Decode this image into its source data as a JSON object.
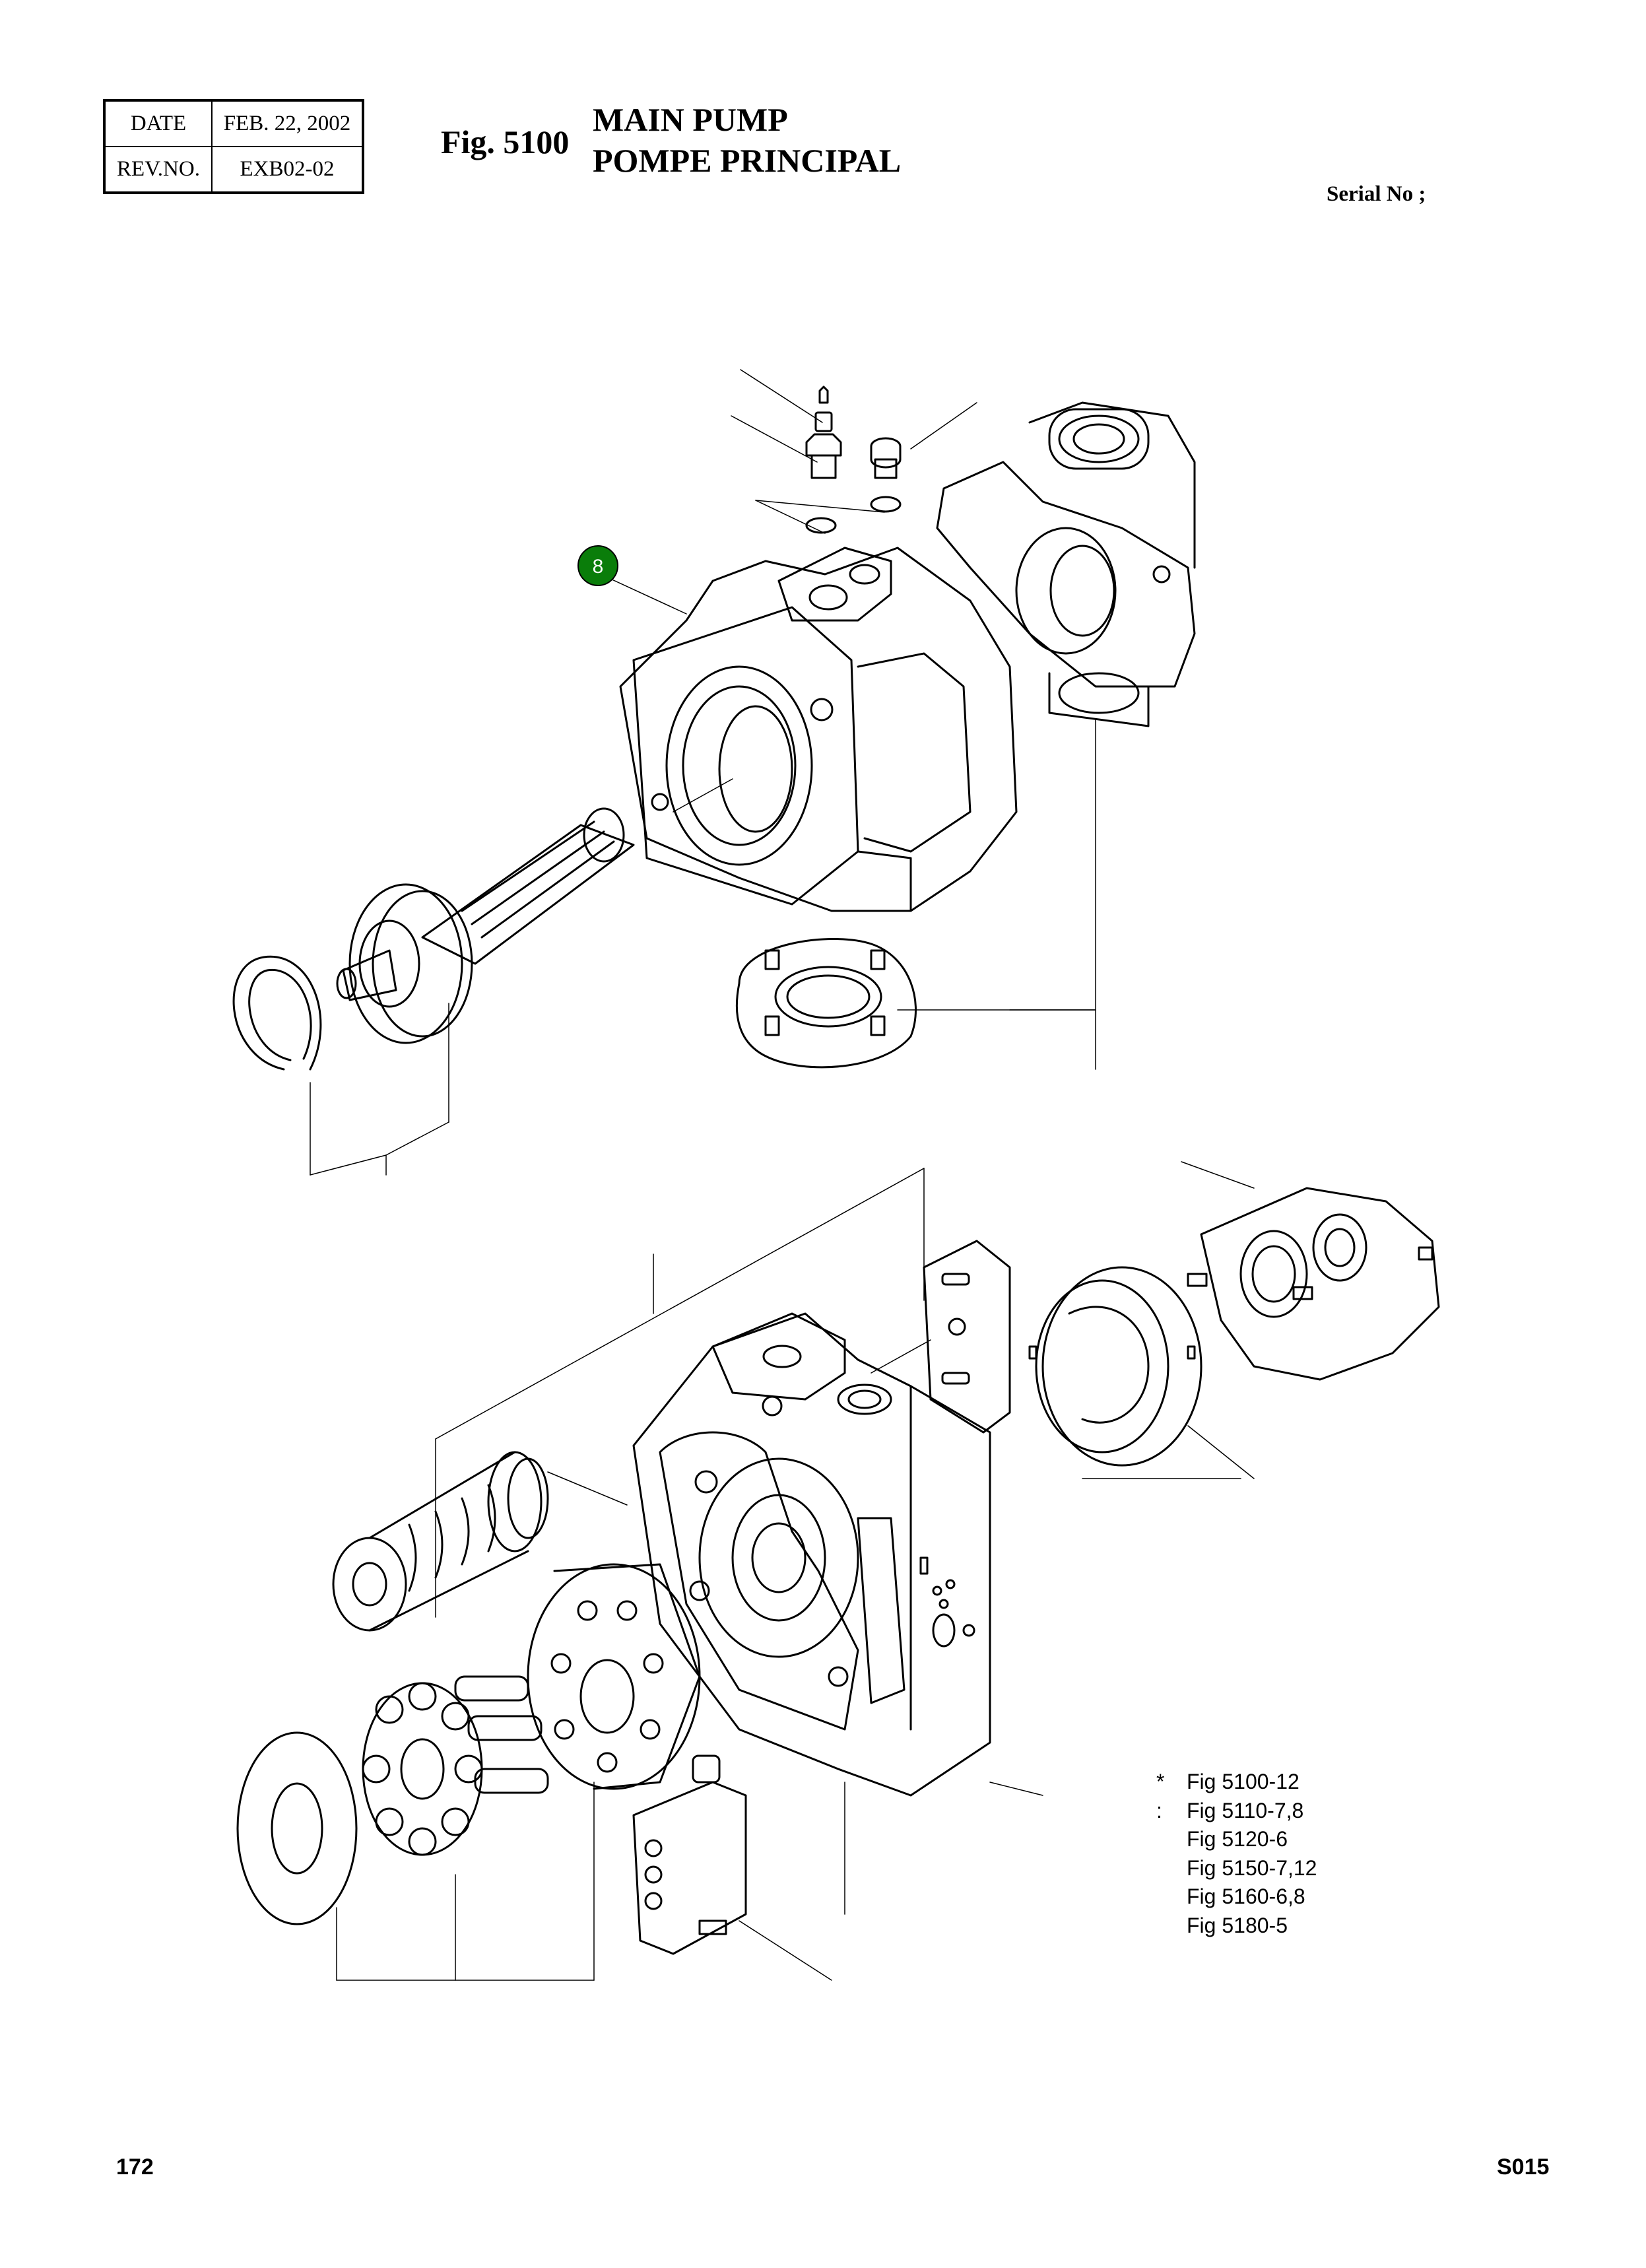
{
  "header": {
    "date_label": "DATE",
    "date_value": "FEB. 22, 2002",
    "rev_label": "REV.NO.",
    "rev_value": "EXB02-02"
  },
  "figure": {
    "number": "Fig. 5100",
    "title_line1": "MAIN PUMP",
    "title_line2": "POMPE PRINCIPAL",
    "serial_label": "Serial No ;"
  },
  "callout": {
    "number": "8",
    "color": "#0a7d0a"
  },
  "references": {
    "marker": "* :",
    "items": [
      "Fig 5100-12",
      "Fig 5110-7,8",
      "Fig 5120-6",
      "Fig 5150-7,12",
      "Fig 5160-6,8",
      "Fig 5180-5"
    ]
  },
  "footer": {
    "page_number": "172",
    "code": "S015"
  }
}
